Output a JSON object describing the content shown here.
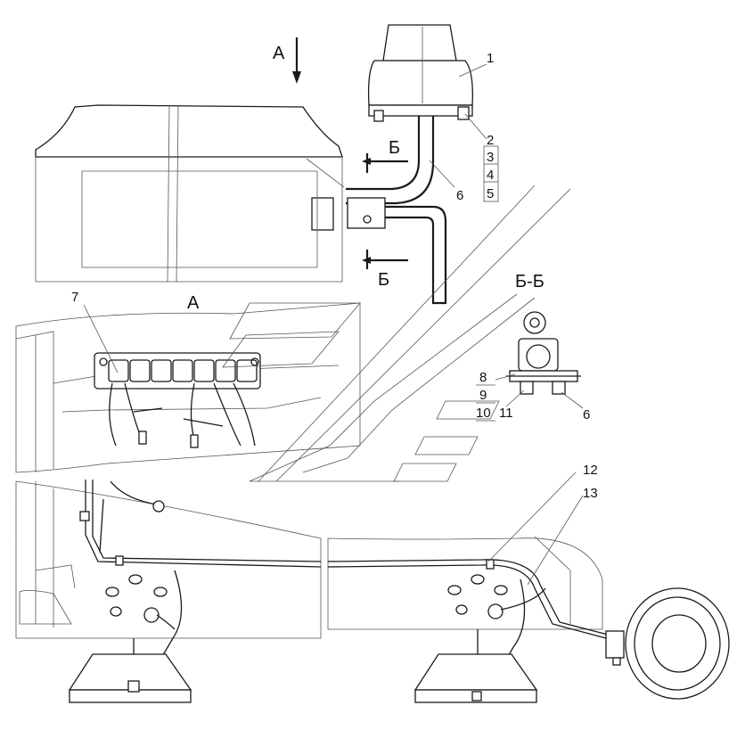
{
  "view_labels": {
    "arrow_a": "А",
    "view_a": "А",
    "section_top": "Б",
    "section_bottom": "Б",
    "section_view": "Б-Б"
  },
  "callouts": {
    "c1": "1",
    "c2": "2",
    "c3": "3",
    "c4": "4",
    "c5": "5",
    "c6a": "6",
    "c6b": "6",
    "c7": "7",
    "c8": "8",
    "c9": "9",
    "c10": "10",
    "c11": "11",
    "c12": "12",
    "c13": "13"
  }
}
